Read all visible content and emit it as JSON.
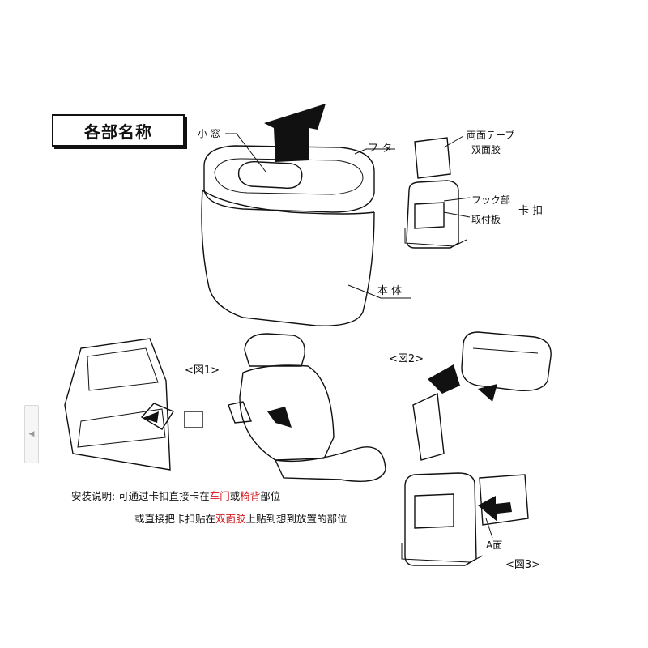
{
  "title": "各部名称",
  "parts": {
    "small_window": "小 窓",
    "lid": "フ タ",
    "body": "本 体",
    "double_tape_jp": "両面テープ",
    "double_tape_cn": "双面胶",
    "hook_jp": "フック部",
    "hook_cn": "卡 扣",
    "mount_plate": "取付板"
  },
  "figures": {
    "fig1": "<図1>",
    "fig2": "<図2>",
    "fig3": "<図3>",
    "a_side": "A面"
  },
  "instructions": {
    "line1_pre": "安装说明: 可通过卡扣直接卡在",
    "line1_car_door": "车门",
    "line1_or": "或",
    "line1_seat_back": "椅背",
    "line1_post": "部位",
    "line2_pre": "或直接把卡扣贴在",
    "line2_tape": "双面胶",
    "line2_post": "上贴到想到放置的部位"
  },
  "colors": {
    "highlight": "#d0181b",
    "ink": "#111111"
  }
}
